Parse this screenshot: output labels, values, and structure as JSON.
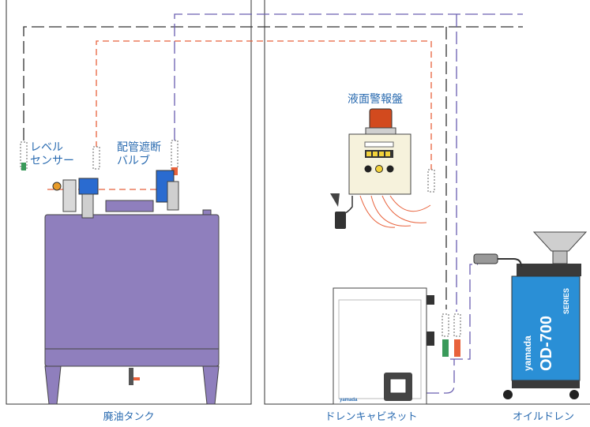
{
  "labels": {
    "level_sensor_line1": "レベル",
    "level_sensor_line2": "センサー",
    "valve_line1": "配管遮断",
    "valve_line2": "バルブ",
    "alarm_panel": "液面警報盤"
  },
  "captions": {
    "waste_oil_tank": "廃油タンク",
    "drain_cabinet": "ドレンキャビネット",
    "oil_drain": "オイルドレン"
  },
  "branding": {
    "oil_drain_brand": "yamada",
    "oil_drain_model": "OD-700",
    "oil_drain_series": "SERIES",
    "cabinet_brand": "yamada"
  },
  "colors": {
    "tank": "#8f7fbd",
    "signal_line": "#e8623c",
    "control_line": "#6a5fb0",
    "black_line": "#333333",
    "oil_drain_body": "#2a8fd6",
    "label_text": "#2a6bb0"
  }
}
